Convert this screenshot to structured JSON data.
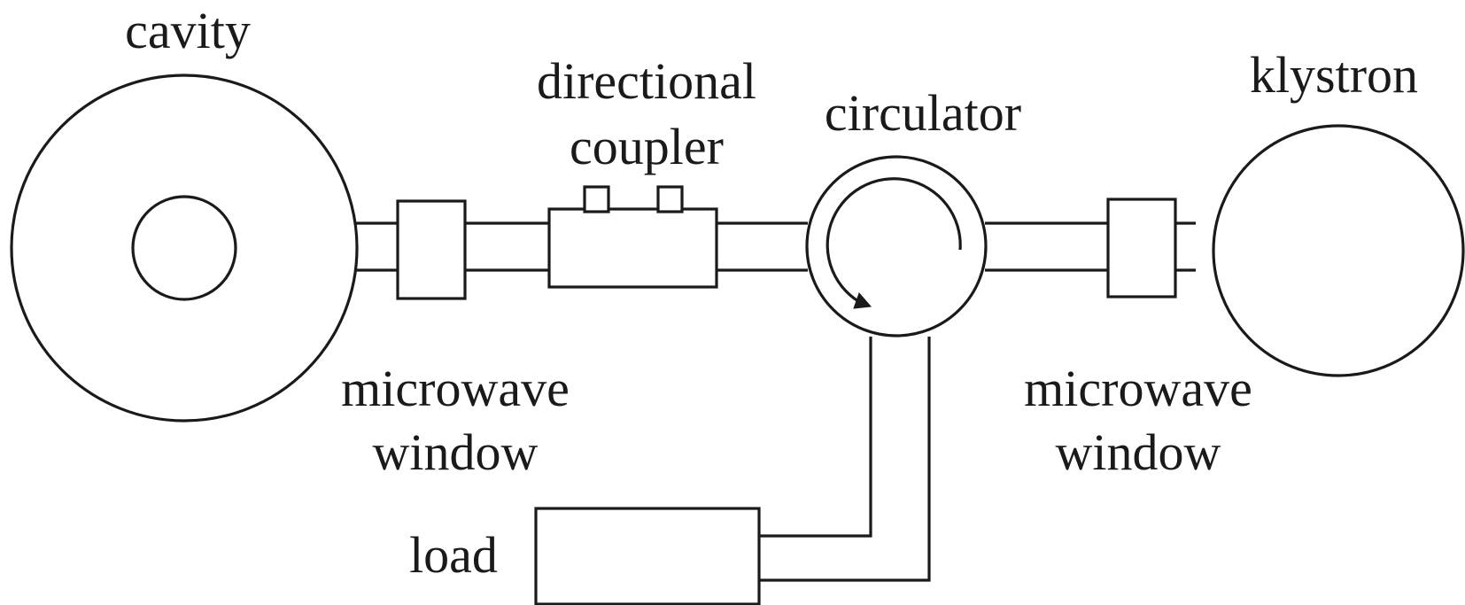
{
  "diagram": {
    "labels": {
      "cavity": "cavity",
      "directional_coupler_line1": "directional",
      "directional_coupler_line2": "coupler",
      "circulator": "circulator",
      "klystron": "klystron",
      "window_left_line1": "microwave",
      "window_left_line2": "window",
      "window_right_line1": "microwave",
      "window_right_line2": "window",
      "load": "load"
    },
    "colors": {
      "stroke": "#1a1a1a",
      "background": "#ffffff"
    }
  }
}
